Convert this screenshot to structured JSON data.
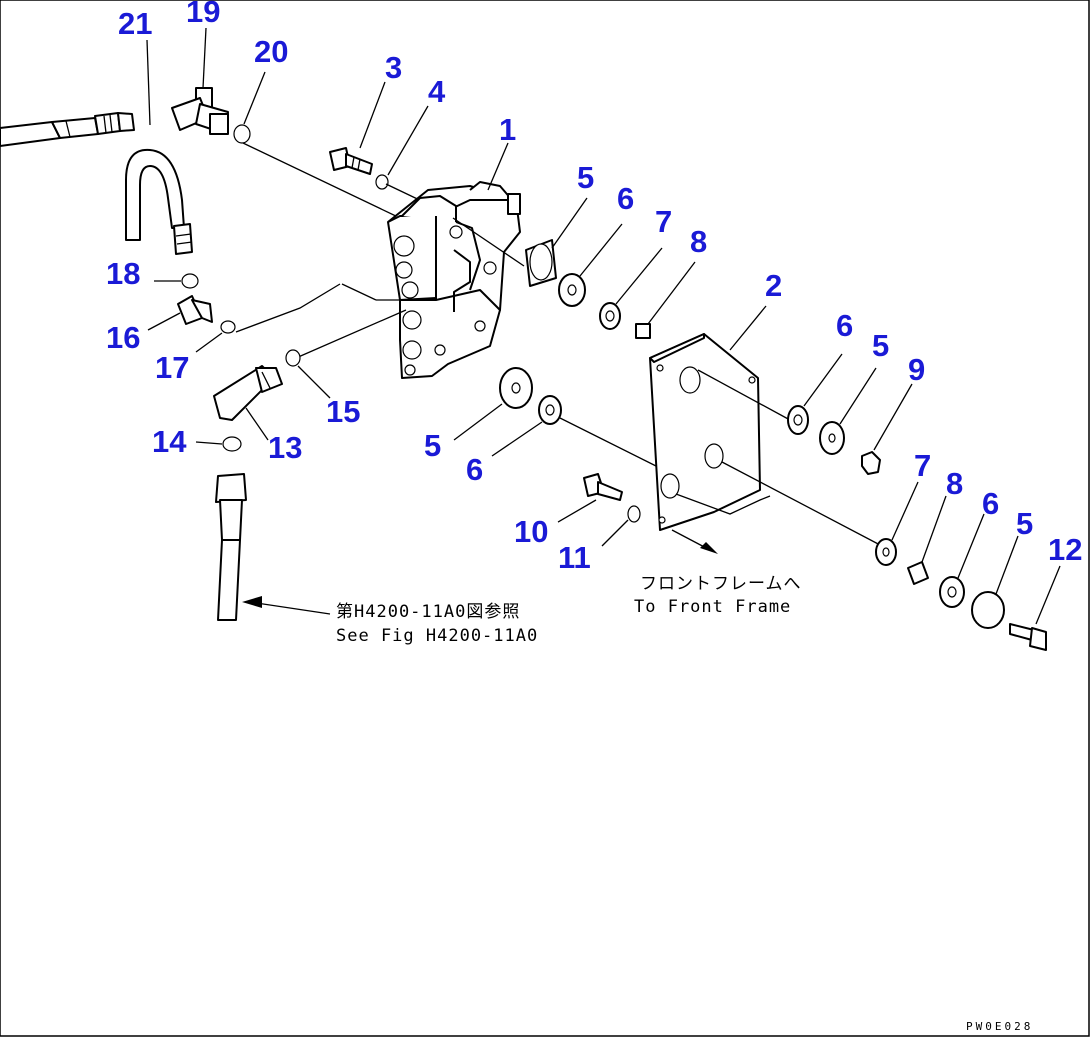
{
  "callouts": {
    "p1": "1",
    "p2": "2",
    "p3": "3",
    "p4": "4",
    "p5a": "5",
    "p5b": "5",
    "p5c": "5",
    "p5d": "5",
    "p6a": "6",
    "p6b": "6",
    "p6c": "6",
    "p6d": "6",
    "p7a": "7",
    "p7b": "7",
    "p8a": "8",
    "p8b": "8",
    "p9": "9",
    "p10": "10",
    "p11": "11",
    "p12": "12",
    "p13": "13",
    "p14": "14",
    "p15": "15",
    "p16": "16",
    "p17": "17",
    "p18": "18",
    "p19": "19",
    "p20": "20",
    "p21": "21"
  },
  "notes": {
    "front_frame_jp": "フロントフレームへ",
    "front_frame_en": "To Front Frame",
    "see_fig_jp": "第H4200-11A0図参照",
    "see_fig_en": "See Fig H4200-11A0"
  },
  "figure_code": "PW0E028",
  "colors": {
    "callout": "#1a1ad6",
    "line": "#000000",
    "background": "#ffffff"
  }
}
